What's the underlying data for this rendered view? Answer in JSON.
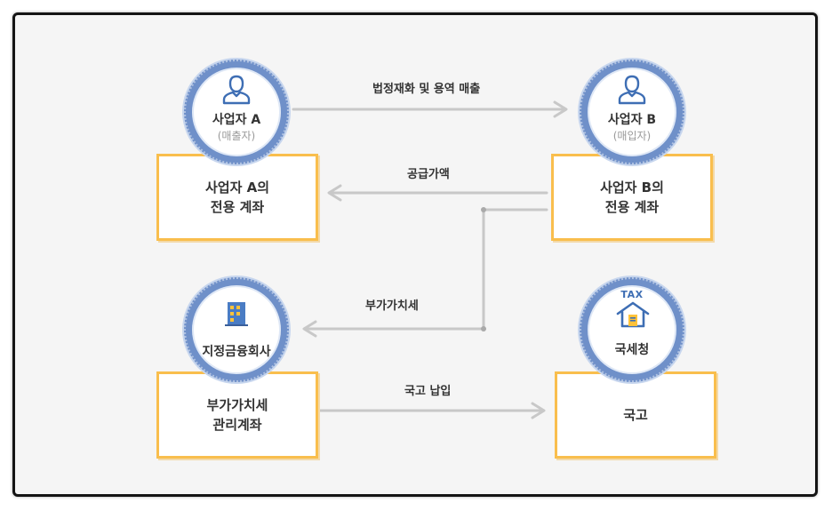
{
  "nodes": {
    "a": {
      "title": "사업자 A",
      "sub": "(매출자)",
      "account": "사업자 A의\n전용 계좌"
    },
    "b": {
      "title": "사업자 B",
      "sub": "(매입자)",
      "account": "사업자 B의\n전용 계좌"
    },
    "bank": {
      "title": "지정금융회사",
      "account": "부가가치세\n관리계좌"
    },
    "nts": {
      "title": "국세청",
      "badge": "TAX",
      "account": "국고"
    }
  },
  "edges": {
    "sale": "법정재화 및 용역 매출",
    "supply": "공급가액",
    "vat": "부가가치세",
    "treasury": "국고 납입"
  },
  "colors": {
    "circle": "#6f90c9",
    "box_border": "#f9be4d",
    "arrow": "#c8c8c8"
  }
}
